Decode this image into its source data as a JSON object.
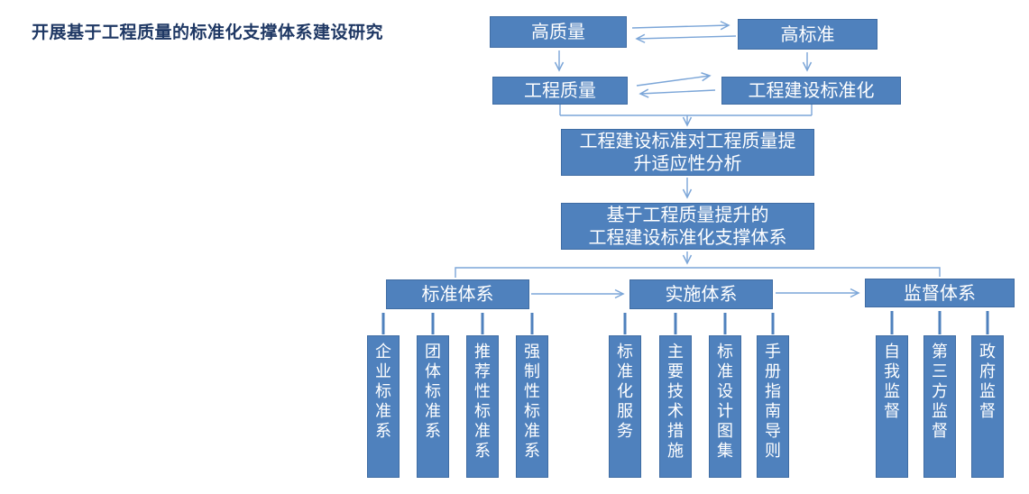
{
  "title": "开展基于工程质量的标准化支撑体系建设研究",
  "colors": {
    "box_fill": "#4f81bd",
    "box_border": "#3f6ca3",
    "arrow": "#7ca6d8",
    "title_text": "#1f3864",
    "box_text": "#ffffff",
    "background": "#ffffff"
  },
  "flow": {
    "top": {
      "high_quality": "高质量",
      "high_standard": "高标准"
    },
    "mid": {
      "project_quality": "工程质量",
      "construction_standardization": "工程建设标准化"
    },
    "analysis": "工程建设标准对工程质量提\n升适应性分析",
    "support": "基于工程质量提升的\n工程建设标准化支撑体系",
    "branches": [
      {
        "label": "标准体系",
        "children": [
          "企业标准系",
          "团体标准系",
          "推荐性标准系",
          "强制性标准系"
        ]
      },
      {
        "label": "实施体系",
        "children": [
          "标准化服务",
          "主要技术措施",
          "标准设计图集",
          "手册指南导则"
        ]
      },
      {
        "label": "监督体系",
        "children": [
          "自我监督",
          "第三方监督",
          "政府监督"
        ]
      }
    ]
  }
}
